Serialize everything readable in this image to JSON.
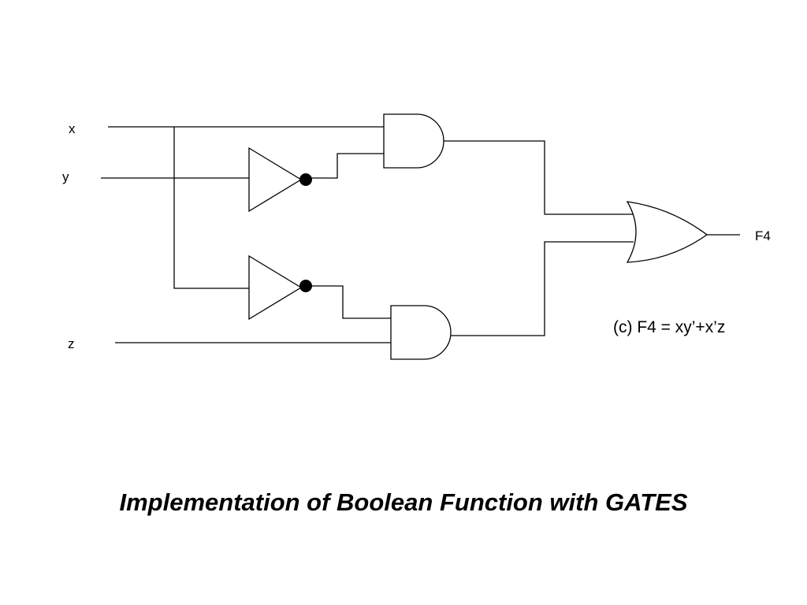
{
  "inputs": {
    "x": "x",
    "y": "y",
    "z": "z"
  },
  "output": "F4",
  "expression": "(c) F4 =  xy’+x’z",
  "gates": [
    "and-gate",
    "and-gate",
    "not-gate",
    "not-gate",
    "or-gate"
  ],
  "title": "Implementation of Boolean Function with GATES"
}
